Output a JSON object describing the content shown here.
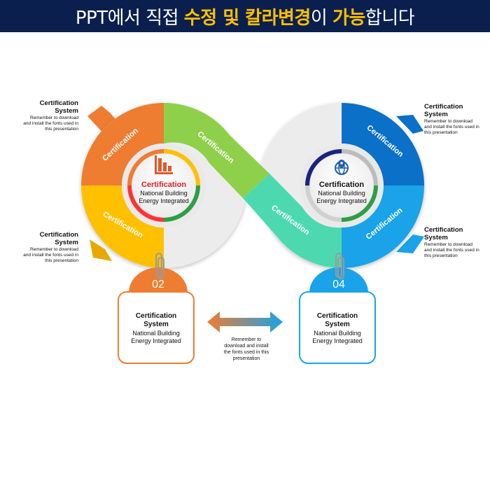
{
  "banner": {
    "part1": "PPT에서 직접 ",
    "highlight1": "수정 및 칼라변경",
    "part2": "이 ",
    "highlight2": "가능",
    "part3": "합니다"
  },
  "ring_labels": {
    "left_top": "Certification",
    "left_bottom": "Certification",
    "mid_left": "Certification",
    "mid_right": "Certification",
    "right_top": "Certification",
    "right_bottom": "Certification"
  },
  "left_center": {
    "title": "Certification",
    "line1": "National Building",
    "line2": "Energy Integrated",
    "icon": "bar-chart-icon"
  },
  "right_center": {
    "title": "Certification",
    "line1": "National Building",
    "line2": "Energy Integrated",
    "icon": "globe-location-icon"
  },
  "side_labels": {
    "top_left": {
      "title1": "Certification",
      "title2": "System",
      "d1": "Remember to download",
      "d2": "and install the fonts used in",
      "d3": "this presentation"
    },
    "bottom_left": {
      "title1": "Certification",
      "title2": "System",
      "d1": "Remember to download",
      "d2": "and install the fonts used in",
      "d3": "this presentation"
    },
    "top_right": {
      "title1": "Certification",
      "title2": "System",
      "d1": "Remember to download",
      "d2": "and install the fonts used in",
      "d3": "this presentation"
    },
    "bottom_right": {
      "title1": "Certification",
      "title2": "System",
      "d1": "Remember to download",
      "d2": "and install the fonts used in",
      "d3": "this presentation"
    }
  },
  "cards": {
    "left": {
      "badge": "02",
      "title1": "Certification",
      "title2": "System",
      "d1": "National Building",
      "d2": "Energy Integrated"
    },
    "right": {
      "badge": "04",
      "title1": "Certification",
      "title2": "System",
      "d1": "National Building",
      "d2": "Energy Integrated"
    }
  },
  "mid_note": {
    "l1": "Remember to",
    "l2": "download and install",
    "l3": "the fonts used in this",
    "l4": "presentation"
  },
  "colors": {
    "banner_bg": "#0a1f4d",
    "highlight": "#ffc000",
    "orange": "#ee7d31",
    "yellow": "#ffc000",
    "green": "#8fd04a",
    "teal": "#4dd9b0",
    "blue": "#0a70c8",
    "light_blue": "#1aa3e8"
  }
}
